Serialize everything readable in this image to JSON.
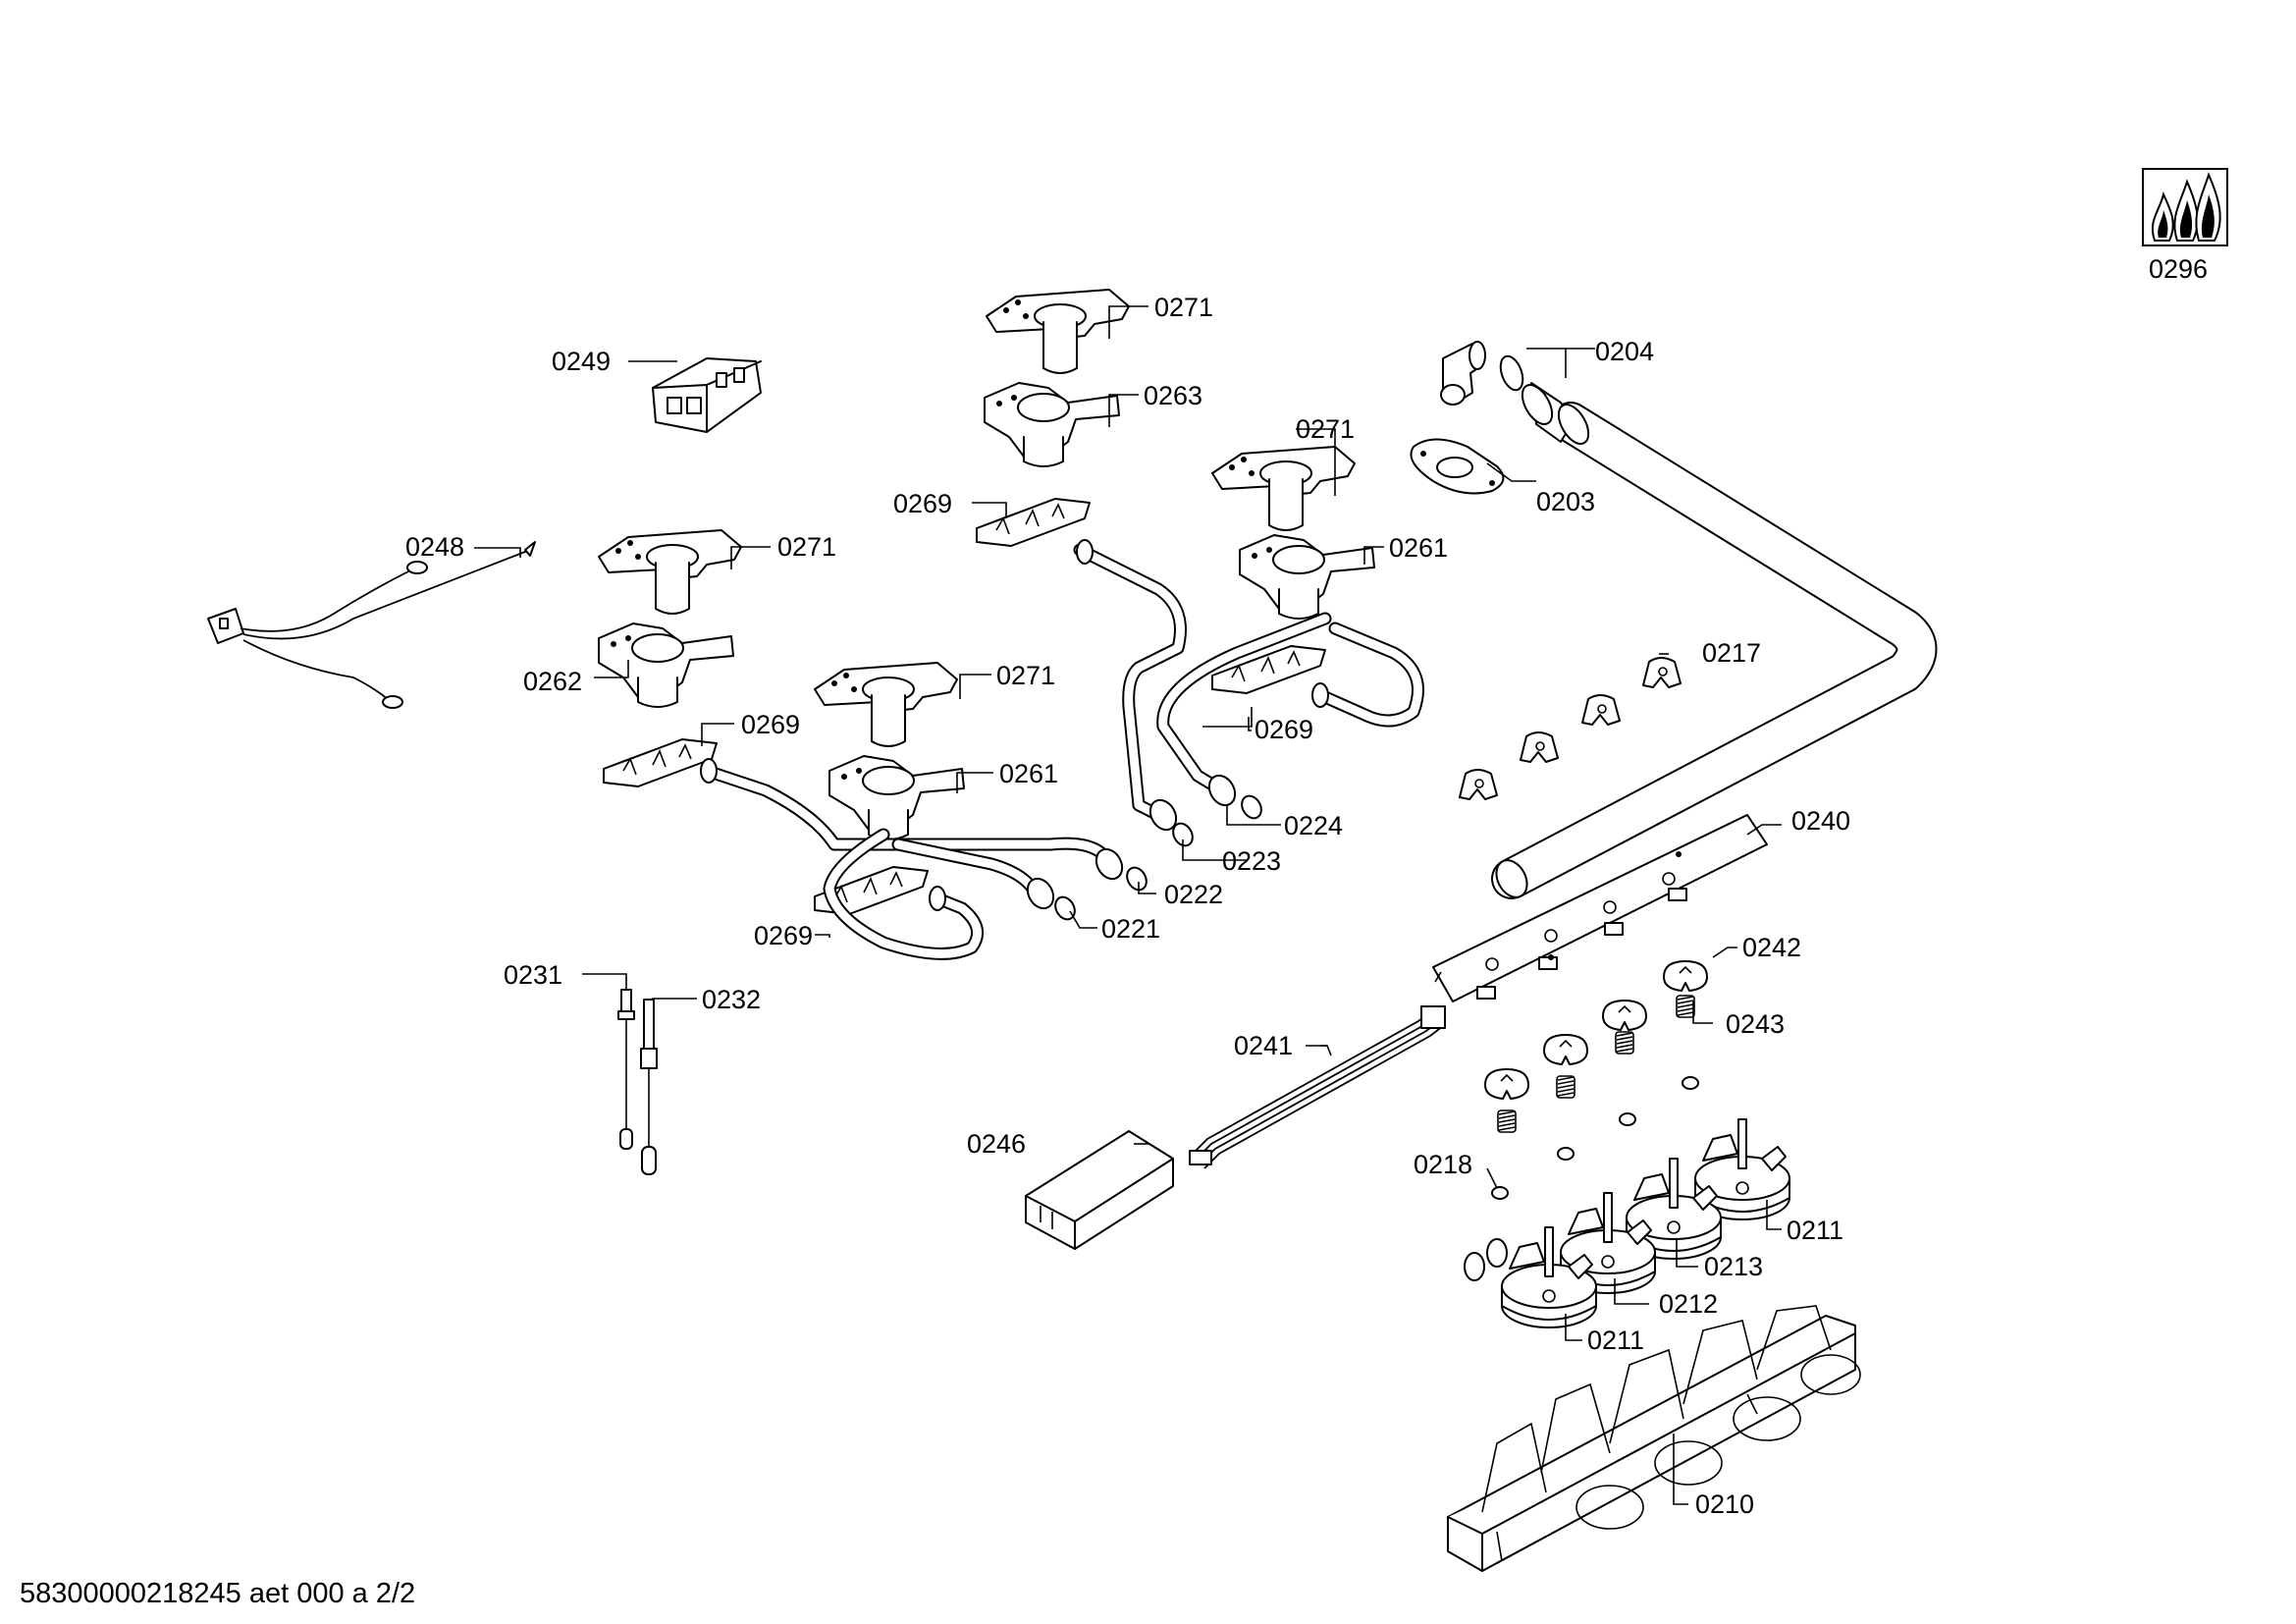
{
  "document": {
    "footer_text": "58300000218245 aet 000 a 2/2",
    "symbol_label": "0296"
  },
  "parts": {
    "p0204": "0204",
    "p0203": "0203",
    "p0271_a": "0271",
    "p0263": "0263",
    "p0269_a": "0269",
    "p0271_b": "0271",
    "p0261_a": "0261",
    "p0249": "0249",
    "p0248": "0248",
    "p0271_c": "0271",
    "p0262": "0262",
    "p0271_d": "0271",
    "p0269_b": "0269",
    "p0261_b": "0261",
    "p0269_c": "0269",
    "p0224": "0224",
    "p0223": "0223",
    "p0222": "0222",
    "p0221": "0221",
    "p0269_d": "0269",
    "p0217": "0217",
    "p0240": "0240",
    "p0242": "0242",
    "p0243": "0243",
    "p0241": "0241",
    "p0231": "0231",
    "p0232": "0232",
    "p0246": "0246",
    "p0218": "0218",
    "p0211_a": "0211",
    "p0213": "0213",
    "p0212": "0212",
    "p0211_b": "0211",
    "p0210": "0210"
  }
}
